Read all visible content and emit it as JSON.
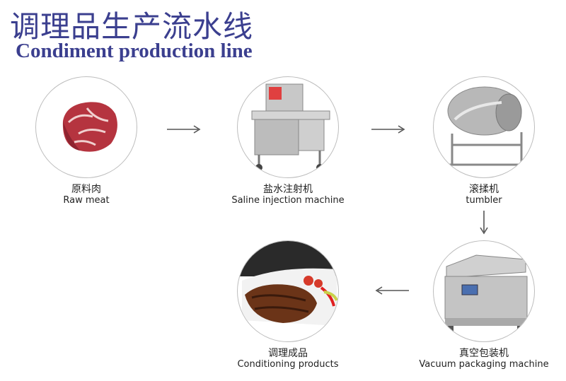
{
  "header": {
    "title_cn": "调理品生产流水线",
    "title_en": "Condiment production line"
  },
  "steps": [
    {
      "cn": "原料肉",
      "en": "Raw meat",
      "image": "raw-meat"
    },
    {
      "cn": "盐水注射机",
      "en": "Saline injection machine",
      "image": "injection-machine"
    },
    {
      "cn": "滚揉机",
      "en": "tumbler",
      "image": "tumbler"
    },
    {
      "cn": "真空包装机",
      "en": "Vacuum packaging machine",
      "image": "vacuum-machine"
    },
    {
      "cn": "调理成品",
      "en": "Conditioning products",
      "image": "steak"
    }
  ],
  "colors": {
    "title": "#3b3f8f",
    "arrow": "#555555",
    "circle_border": "#bdbdbd"
  }
}
